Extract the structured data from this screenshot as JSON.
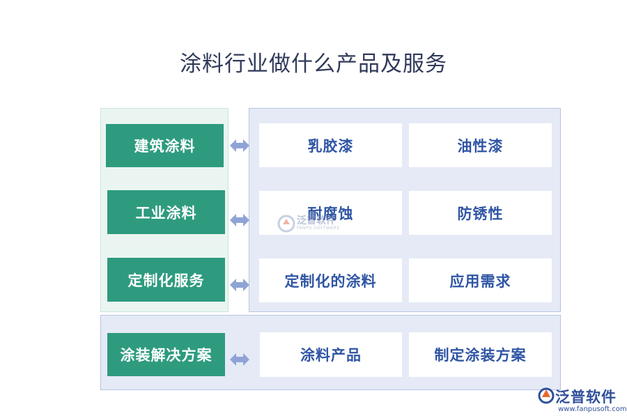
{
  "title": "涂料行业做什么产品及服务",
  "rows": [
    {
      "category": "建筑涂料",
      "items": [
        "乳胶漆",
        "油性漆"
      ]
    },
    {
      "category": "工业涂料",
      "items": [
        "耐腐蚀",
        "防锈性"
      ]
    },
    {
      "category": "定制化服务",
      "items": [
        "定制化的涂料",
        "应用需求"
      ]
    },
    {
      "category": "涂装解决方案",
      "items": [
        "涂料产品",
        "制定涂装方案"
      ]
    }
  ],
  "watermark": {
    "name": "泛普软件",
    "sub": "FANPU SOFTWARE"
  },
  "logo": {
    "name": "泛普软件",
    "url": "www.fanpusoft.com"
  },
  "colors": {
    "category": "#2e9b7f",
    "item_text": "#2f55a4",
    "arrow": "#8fa3d6",
    "panel": "#e5eaf6"
  }
}
